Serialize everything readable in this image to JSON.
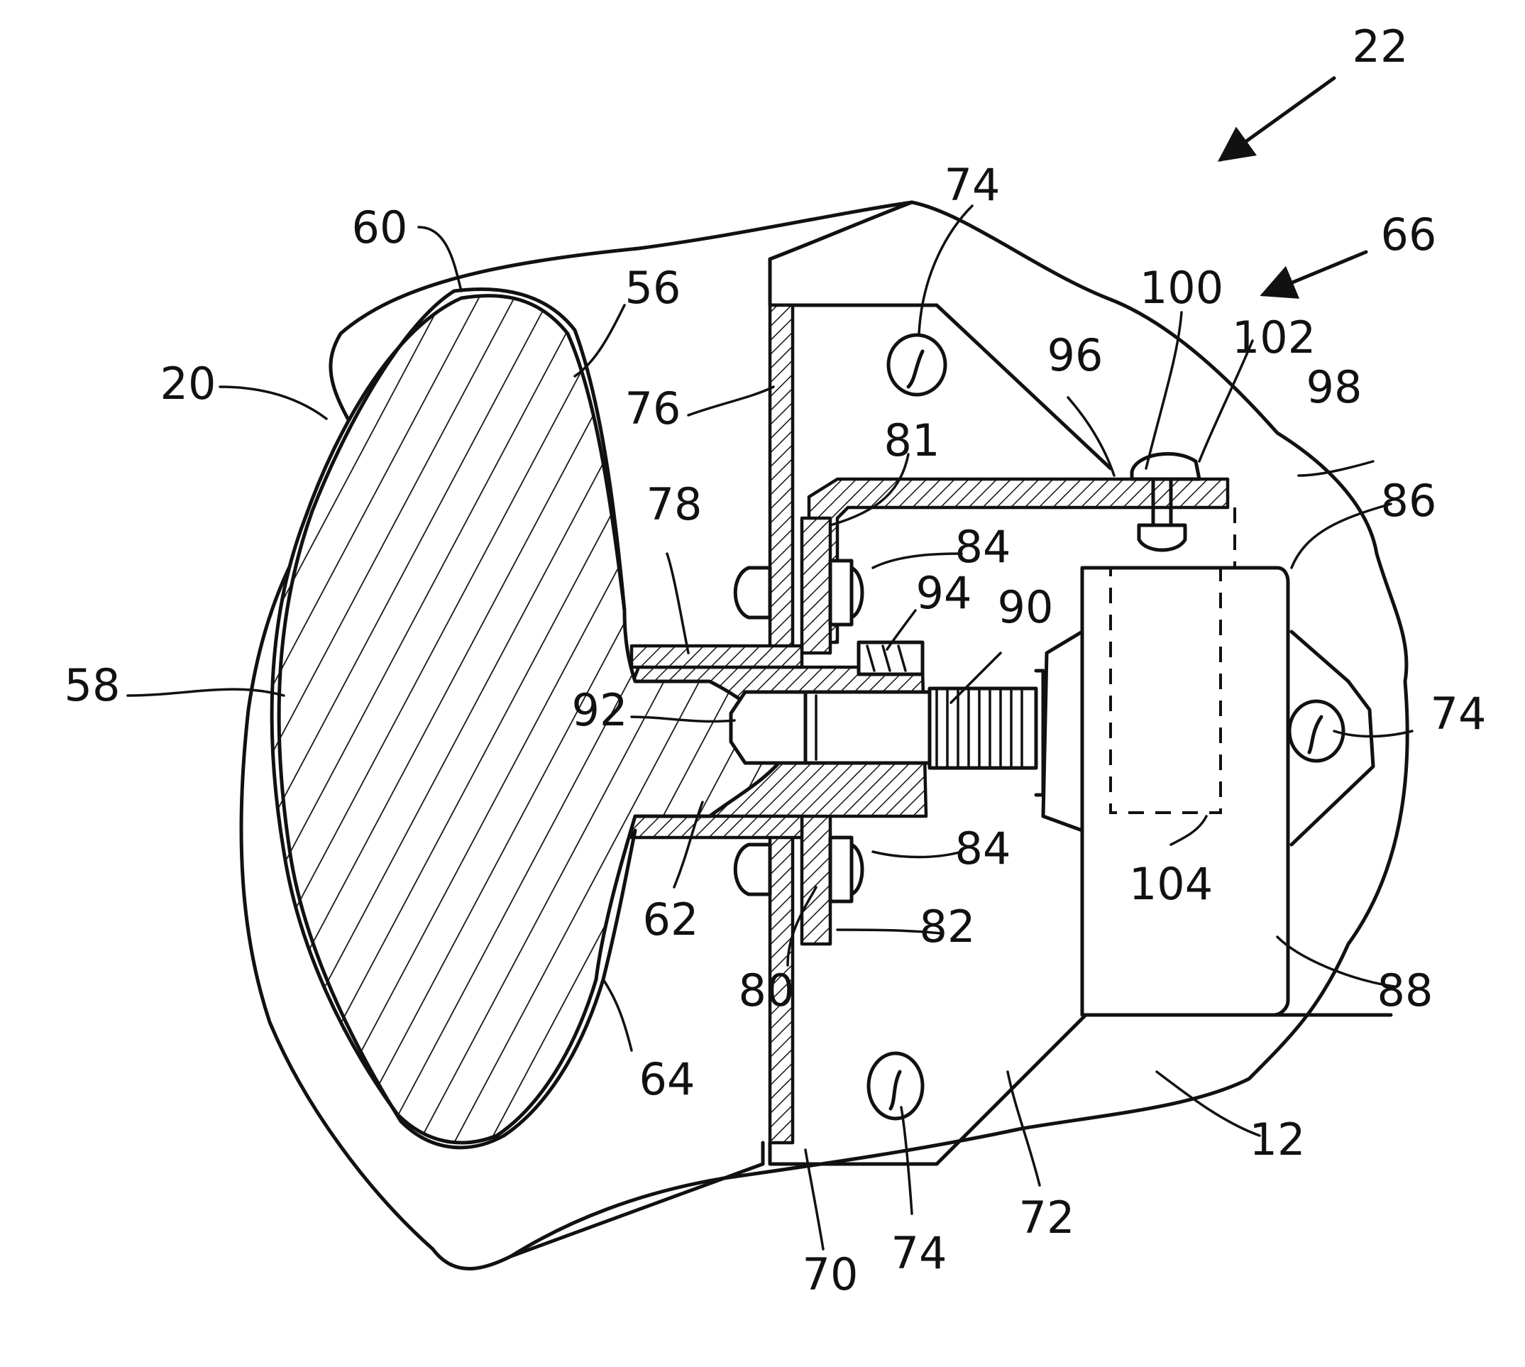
{
  "figure": {
    "labels": [
      {
        "id": "22",
        "text": "22"
      },
      {
        "id": "66",
        "text": "66"
      },
      {
        "id": "74a",
        "text": "74"
      },
      {
        "id": "60",
        "text": "60"
      },
      {
        "id": "56",
        "text": "56"
      },
      {
        "id": "100",
        "text": "100"
      },
      {
        "id": "102",
        "text": "102"
      },
      {
        "id": "96",
        "text": "96"
      },
      {
        "id": "98",
        "text": "98"
      },
      {
        "id": "20",
        "text": "20"
      },
      {
        "id": "76",
        "text": "76"
      },
      {
        "id": "81",
        "text": "81"
      },
      {
        "id": "86",
        "text": "86"
      },
      {
        "id": "78",
        "text": "78"
      },
      {
        "id": "84a",
        "text": "84"
      },
      {
        "id": "94",
        "text": "94"
      },
      {
        "id": "90",
        "text": "90"
      },
      {
        "id": "58",
        "text": "58"
      },
      {
        "id": "92",
        "text": "92"
      },
      {
        "id": "74b",
        "text": "74"
      },
      {
        "id": "84b",
        "text": "84"
      },
      {
        "id": "104",
        "text": "104"
      },
      {
        "id": "62",
        "text": "62"
      },
      {
        "id": "82",
        "text": "82"
      },
      {
        "id": "80",
        "text": "80"
      },
      {
        "id": "88",
        "text": "88"
      },
      {
        "id": "64",
        "text": "64"
      },
      {
        "id": "12",
        "text": "12"
      },
      {
        "id": "72",
        "text": "72"
      },
      {
        "id": "70",
        "text": "70"
      },
      {
        "id": "74c",
        "text": "74"
      }
    ]
  }
}
